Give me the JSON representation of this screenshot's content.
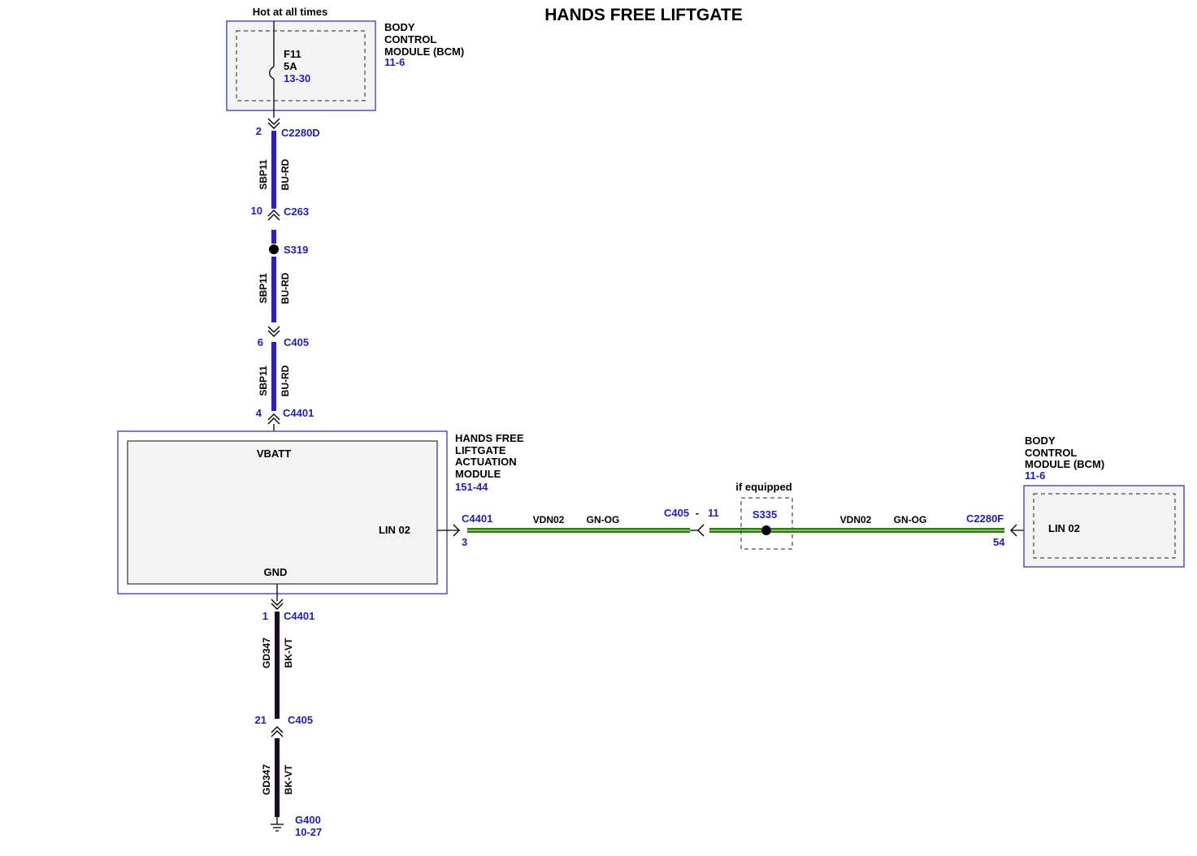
{
  "title": "HANDS FREE LIFTGATE",
  "colors": {
    "blue_text": "#1f1fb4",
    "wire_bu_rd": "#2d1fb8",
    "wire_bk_vt": "#1a0d1f",
    "wire_gn_og": "#2a7a12",
    "wire_gn_og_stripe": "#a5d66a",
    "box_border": "#5252c4"
  },
  "bcm_top": {
    "hot_label": "Hot at all times",
    "name_lines": [
      "BODY",
      "CONTROL",
      "MODULE (BCM)"
    ],
    "ref": "11-6",
    "fuse": {
      "name": "F11",
      "rating": "5A",
      "ref": "13-30"
    }
  },
  "power_circuit": {
    "c2280d": {
      "pin": "2",
      "name": "C2280D"
    },
    "wire1": {
      "circuit": "SBP11",
      "color": "BU-RD"
    },
    "c263": {
      "pin": "10",
      "name": "C263"
    },
    "splice": {
      "name": "S319"
    },
    "wire2": {
      "circuit": "SBP11",
      "color": "BU-RD"
    },
    "c405": {
      "pin": "6",
      "name": "C405"
    },
    "wire3": {
      "circuit": "SBP11",
      "color": "BU-RD"
    },
    "c4401": {
      "pin": "4",
      "name": "C4401"
    }
  },
  "hfam": {
    "name_lines": [
      "HANDS FREE",
      "LIFTGATE",
      "ACTUATION",
      "MODULE"
    ],
    "ref": "151-44",
    "vbatt": "VBATT",
    "lin": "LIN 02",
    "gnd": "GND"
  },
  "lin_circuit": {
    "c4401": {
      "pin": "3",
      "name": "C4401"
    },
    "wire1": {
      "circuit": "VDN02",
      "color": "GN-OG"
    },
    "c405": {
      "name": "C405",
      "dash": "-",
      "pin": "11"
    },
    "if_equipped": "if equipped",
    "splice": {
      "name": "S335"
    },
    "wire2": {
      "circuit": "VDN02",
      "color": "GN-OG"
    },
    "c2280f": {
      "pin": "54",
      "name": "C2280F"
    }
  },
  "bcm_right": {
    "name_lines": [
      "BODY",
      "CONTROL",
      "MODULE (BCM)"
    ],
    "ref": "11-6",
    "lin": "LIN 02"
  },
  "ground_circuit": {
    "c4401": {
      "pin": "1",
      "name": "C4401"
    },
    "wire1": {
      "circuit": "GD347",
      "color": "BK-VT"
    },
    "c405": {
      "pin": "21",
      "name": "C405"
    },
    "wire2": {
      "circuit": "GD347",
      "color": "BK-VT"
    },
    "ground": {
      "name": "G400",
      "ref": "10-27"
    }
  }
}
